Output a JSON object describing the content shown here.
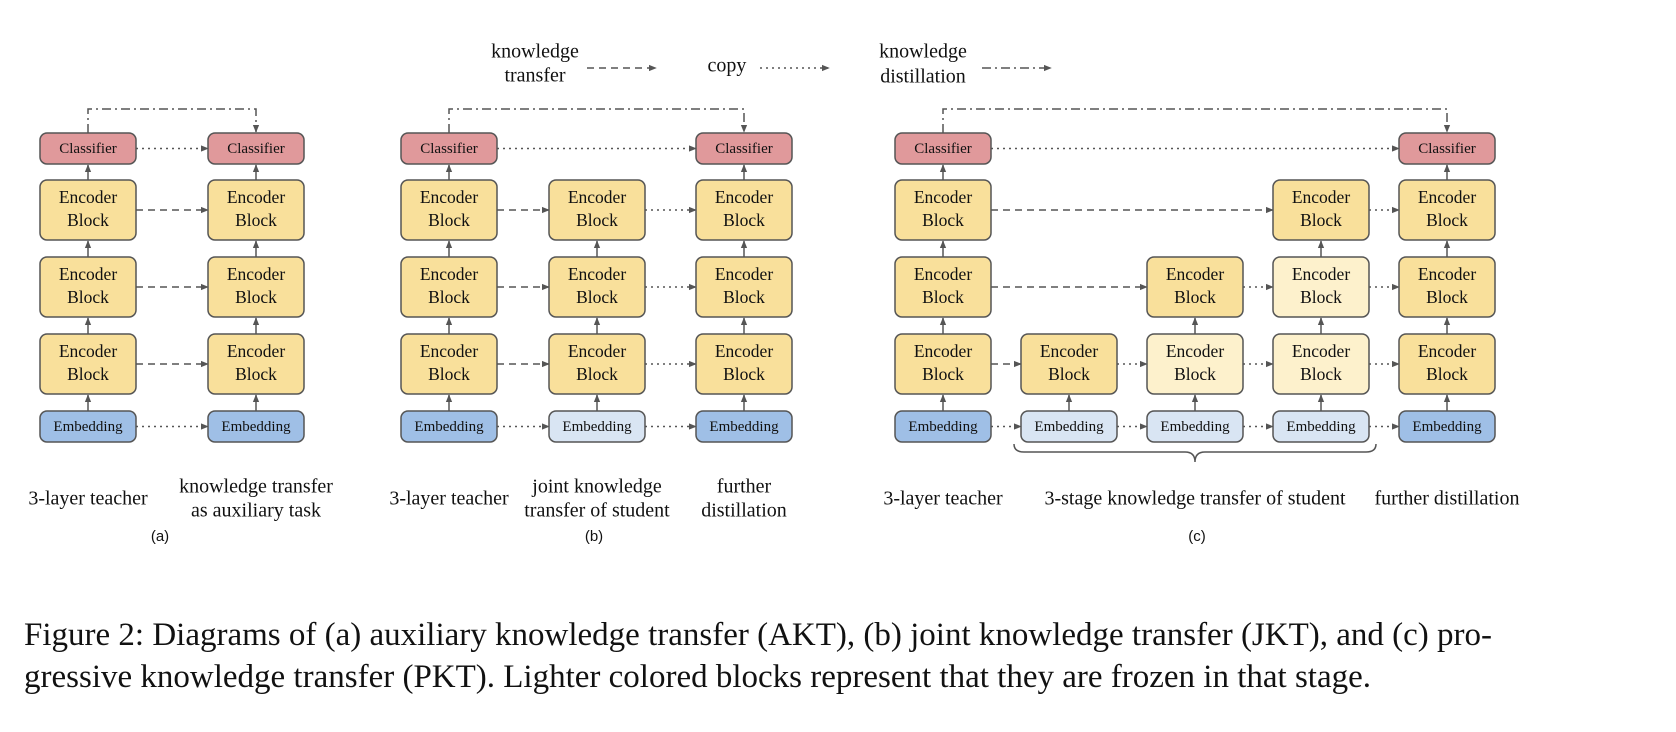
{
  "legend": {
    "knowledge_transfer": [
      "knowledge",
      "transfer"
    ],
    "copy": "copy",
    "knowledge_distillation": [
      "knowledge",
      "distillation"
    ]
  },
  "blocks": {
    "classifier": "Classifier",
    "encoder": [
      "Encoder",
      "Block"
    ],
    "embedding": "Embedding"
  },
  "colors": {
    "classifier": "#e0999b",
    "encoder": "#f9e09b",
    "encoder_frozen": "#fdf1cc",
    "embedding": "#9fbfe6",
    "embedding_frozen": "#d9e5f3",
    "border": "#555555",
    "arrow": "#555555"
  },
  "panels": [
    {
      "tag": "(a)",
      "labels": [
        [
          "3-layer teacher"
        ],
        [
          "knowledge transfer",
          "as auxiliary task"
        ]
      ]
    },
    {
      "tag": "(b)",
      "labels": [
        [
          "3-layer teacher"
        ],
        [
          "joint knowledge",
          "transfer of student"
        ],
        [
          "further",
          "distillation"
        ]
      ]
    },
    {
      "tag": "(c)",
      "labels": [
        [
          "3-layer teacher"
        ],
        [
          "3-stage knowledge transfer of student"
        ],
        [
          "further distillation"
        ]
      ]
    }
  ],
  "caption": {
    "line1": "Figure 2: Diagrams of (a) auxiliary knowledge transfer (AKT), (b) joint knowledge transfer (JKT), and (c) pro-",
    "line2": "gressive knowledge transfer (PKT). Lighter colored blocks represent that they are frozen in that stage."
  }
}
